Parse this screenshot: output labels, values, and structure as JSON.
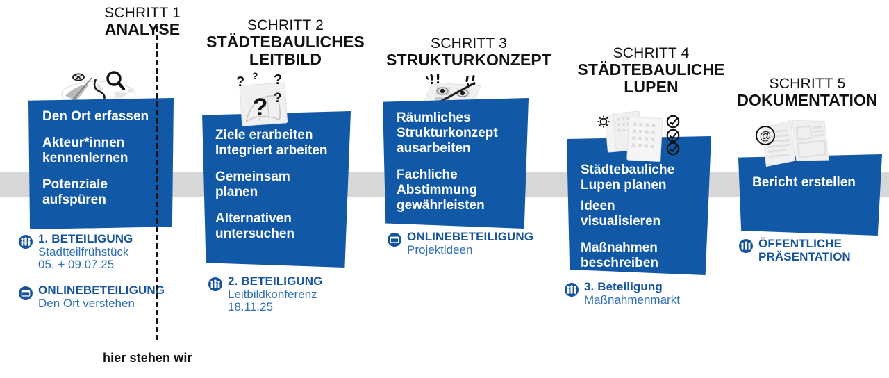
{
  "meta": {
    "now_marker_label": "hier stehen wir",
    "colors": {
      "card_blue": "#1158a6",
      "text_blue": "#15539c",
      "sub_blue": "#2f6fb5",
      "band_grey": "#d7d7d7",
      "black": "#111111"
    }
  },
  "steps": [
    {
      "kicker": "SCHRITT 1",
      "title": "ANALYSE",
      "illustration": "map-magnifier-icon",
      "card_lines": [
        [
          "Den Ort erfassen"
        ],
        [
          "Akteur*innen",
          "kennenlernen"
        ],
        [
          "Potenziale",
          "aufspüren"
        ]
      ],
      "participations": [
        {
          "icon": "people-circle-icon",
          "title": "1. BETEILIGUNG",
          "sub": [
            "Stadtteilfrühstück",
            "05. + 09.07.25"
          ]
        },
        {
          "icon": "screen-circle-icon",
          "title": "ONLINEBETEILIGUNG",
          "sub": [
            "Den Ort verstehen"
          ]
        }
      ]
    },
    {
      "kicker": "SCHRITT 2",
      "title": "STÄDTEBAULICHES LEITBILD",
      "illustration": "question-marks-sketch-icon",
      "card_lines": [
        [
          "Ziele erarbeiten",
          "Integriert arbeiten"
        ],
        [
          "Gemeinsam",
          "planen"
        ],
        [
          "Alternativen",
          "untersuchen"
        ]
      ],
      "participations": [
        {
          "icon": "people-circle-icon",
          "title": "2. BETEILIGUNG",
          "sub": [
            "Leitbildkonferenz",
            "18.11.25"
          ]
        }
      ]
    },
    {
      "kicker": "SCHRITT 3",
      "title": "STRUKTURKONZEPT",
      "illustration": "plan-sheet-exclamation-icon",
      "card_lines": [
        [
          "Räumliches",
          "Strukturkonzept",
          "ausarbeiten"
        ],
        [
          "Fachliche",
          "Abstimmung",
          "gewährleisten"
        ]
      ],
      "participations": [
        {
          "icon": "screen-circle-icon",
          "title": "ONLINEBETEILIGUNG",
          "sub": [
            "Projektideen"
          ]
        }
      ]
    },
    {
      "kicker": "SCHRITT 4",
      "title": "STÄDTEBAULICHE LUPEN",
      "illustration": "gear-sheets-checkmarks-icon",
      "card_lines": [
        [
          "Städtebauliche",
          "Lupen planen"
        ],
        [
          "Ideen",
          "visualisieren"
        ],
        [
          "Maßnahmen",
          "beschreiben"
        ]
      ],
      "participations": [
        {
          "icon": "people-circle-icon",
          "title": "3. Beteiligung",
          "sub": [
            "Maßnahmenmarkt"
          ]
        }
      ]
    },
    {
      "kicker": "SCHRITT 5",
      "title": "DOKUMENTATION",
      "illustration": "open-book-at-icon",
      "card_lines": [
        [
          "Bericht erstellen"
        ]
      ],
      "participations": [
        {
          "icon": "people-circle-icon",
          "title": "ÖFFENTLICHE PRÄSENTATION",
          "sub": []
        }
      ]
    }
  ]
}
